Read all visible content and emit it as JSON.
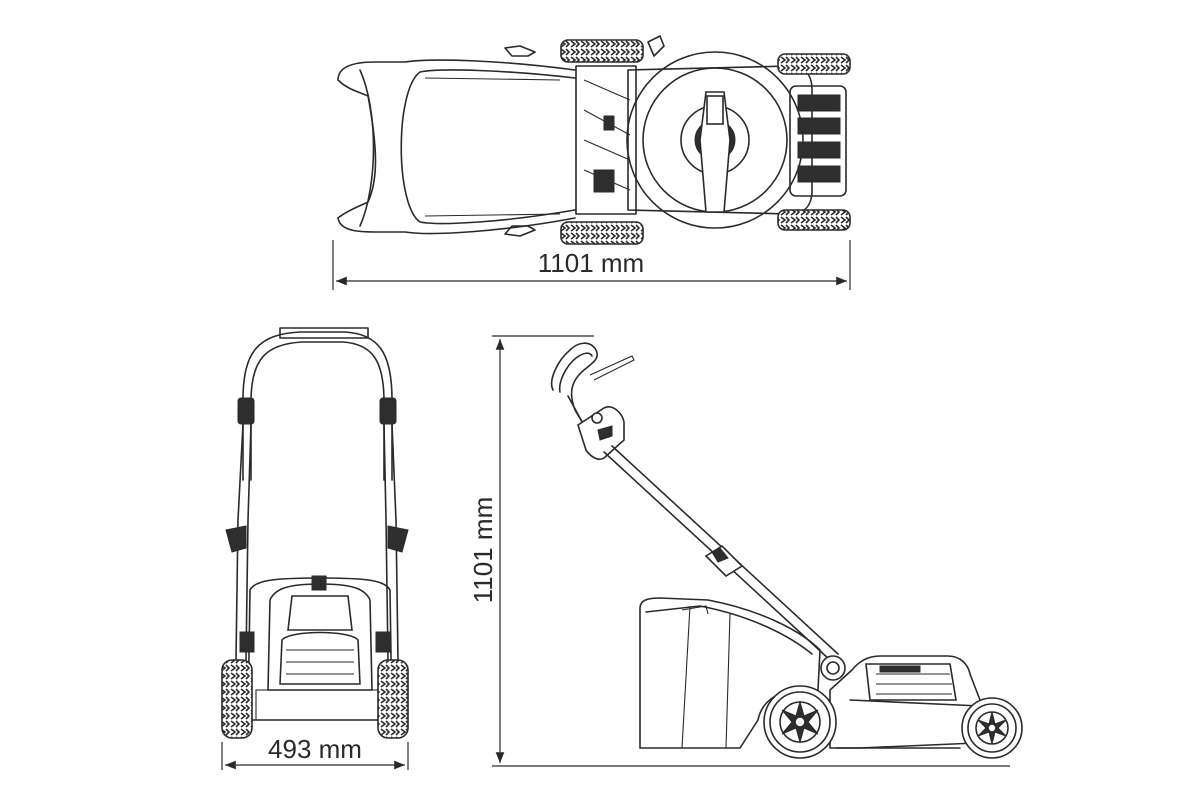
{
  "dimensions": {
    "top_view_length": "1101 mm",
    "front_view_width": "493 mm",
    "side_view_height": "1101 mm"
  },
  "colors": {
    "line": "#2a2a2a",
    "background": "#ffffff"
  }
}
